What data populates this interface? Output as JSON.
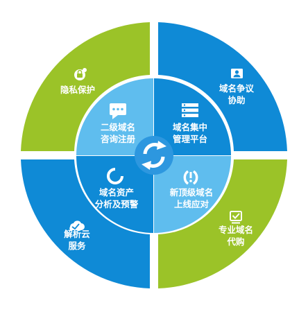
{
  "center": {
    "icon": "refresh-cycle-icon"
  },
  "inner": {
    "top_left": {
      "line1": "二级域名",
      "line2": "咨询注册",
      "icon": "chat-bubble-icon"
    },
    "top_right": {
      "line1": "域名集中",
      "line2": "管理平台",
      "icon": "server-stack-icon"
    },
    "bottom_left": {
      "line1": "域名资产",
      "line2": "分析及预警",
      "icon": "loading-ring-icon"
    },
    "bottom_right": {
      "line1": "新顶级域名",
      "line2": "上线应对",
      "icon": "alert-cycle-icon"
    }
  },
  "outer": {
    "top_left": {
      "line1": "隐私保护",
      "icon": "privacy-lock-icon"
    },
    "top_right": {
      "line1": "域名争议",
      "line2": "协助",
      "icon": "user-badge-icon"
    },
    "bottom_left": {
      "line1": "解析云",
      "line2": "服务",
      "icon": "cloud-check-icon"
    },
    "bottom_right": {
      "line1": "专业域名",
      "line2": "代购",
      "icon": "checkbox-icon"
    }
  },
  "colors": {
    "green": "#9bc328",
    "blue": "#0f8ad6",
    "light_blue": "#5fbdee",
    "mid_blue": "#2aa1e6",
    "hub": "#2d97df"
  }
}
